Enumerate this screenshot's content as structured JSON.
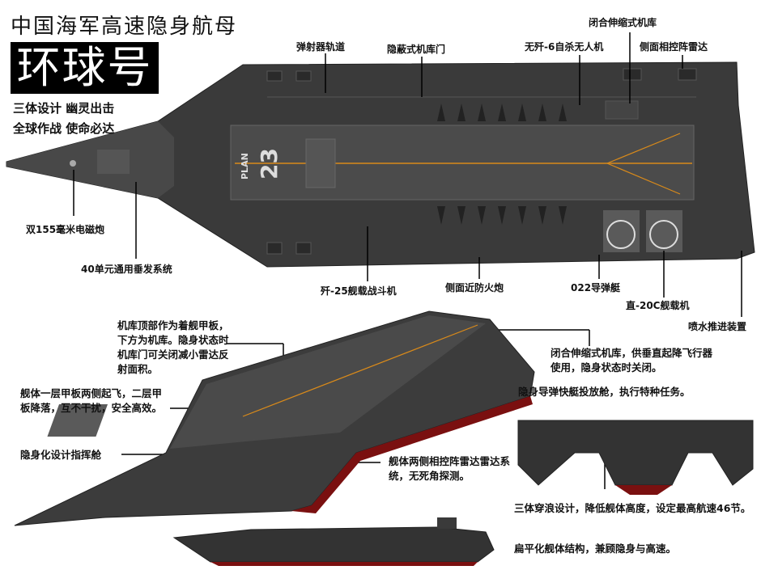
{
  "header": {
    "title": "中国海军高速隐身航母",
    "ship_name": "环球号",
    "slogan": [
      "三体设计 幽灵出击",
      "全球作战 使命必达"
    ]
  },
  "deck_marking": {
    "plan": "PLAN",
    "number": "23"
  },
  "top_view_labels": {
    "catapult": "弹射器轨道",
    "hangar_door": "隐蔽式机库门",
    "drone": "无歼-6自杀无人机",
    "retract_hangar": "闭合伸缩式机库",
    "side_radar": "侧面相控阵雷达",
    "railgun": "双155毫米电磁炮",
    "vls": "40单元通用垂发系统",
    "fighter": "歼-25舰载战斗机",
    "ciws": "侧面近防火炮",
    "missile_boat": "022导弹艇",
    "helicopter": "直-20C舰载机",
    "waterjet": "喷水推进装置"
  },
  "notes": {
    "hangar_roof": "机库顶部作为着舰甲板，下方为机库。隐身状态时机库门可关闭减小雷达反射面积。",
    "decks": "舰体一层甲板两侧起飞，二层甲板降落，互不干扰，安全高效。",
    "bridge": "隐身化设计指挥舱",
    "retract_hangar": "闭合伸缩式机库，供垂直起降飞行器使用，隐身状态时关闭。",
    "boat_bay": "隐身导弹快艇投放舱，执行特种任务。",
    "radar": "舰体两侧相控阵雷达雷达系统，无死角探测。",
    "trimaran": "三体穿浪设计，降低舰体高度，设定最高航速46节。",
    "flat_hull": "扁平化舰体结构，兼顾隐身与高速。"
  },
  "colors": {
    "hull": "#3a3a3a",
    "deck": "#4b4b4b",
    "centerline": "#d98a1a",
    "keel": "#7a1010"
  }
}
